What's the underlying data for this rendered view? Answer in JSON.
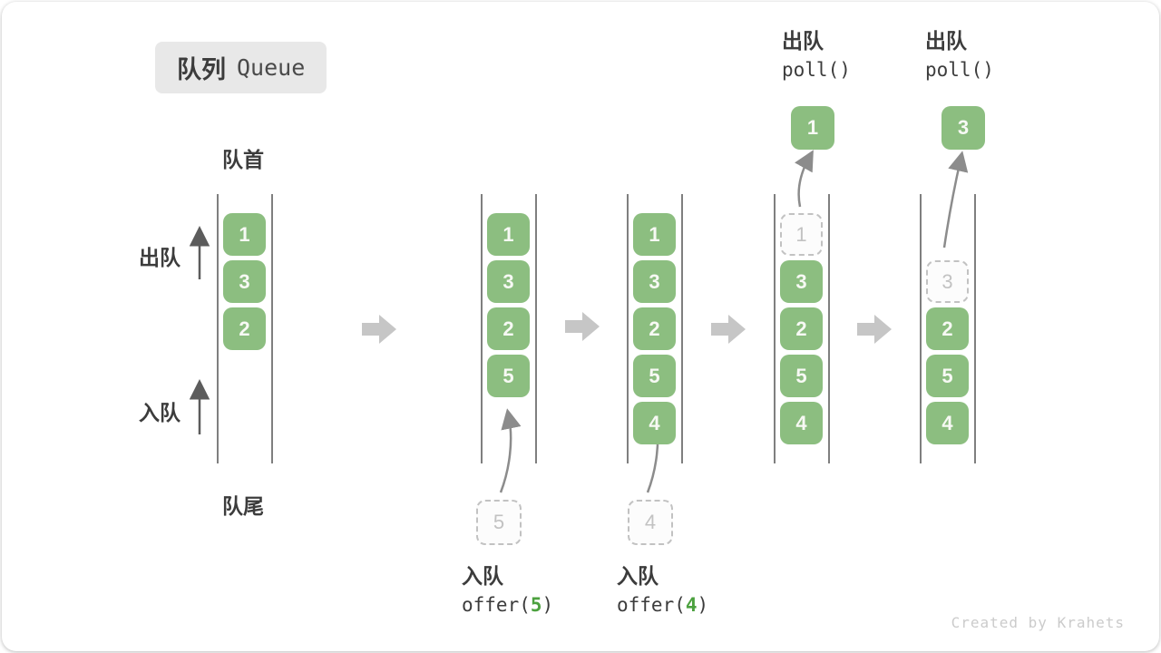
{
  "title": {
    "zh": "队列",
    "en": "Queue"
  },
  "side_labels": {
    "front": "队首",
    "rear": "队尾",
    "dequeue": "出队",
    "enqueue": "入队"
  },
  "watermark": "Created by Krahets",
  "colors": {
    "box_green": "#8CBE80",
    "digit_green": "#4CA13F",
    "dashed_gray": "#C2C2C2",
    "block_arrow_gray": "#C6C6C6",
    "connector_gray": "#8C8C8C",
    "text_dark": "#3C3C3C"
  },
  "states": [
    {
      "slots": [
        {
          "row": 0,
          "value": "1",
          "type": "solid"
        },
        {
          "row": 1,
          "value": "3",
          "type": "solid"
        },
        {
          "row": 2,
          "value": "2",
          "type": "solid"
        }
      ]
    },
    {
      "slots": [
        {
          "row": 0,
          "value": "1",
          "type": "solid"
        },
        {
          "row": 1,
          "value": "3",
          "type": "solid"
        },
        {
          "row": 2,
          "value": "2",
          "type": "solid"
        },
        {
          "row": 3,
          "value": "5",
          "type": "solid"
        }
      ],
      "incoming": {
        "value": "5",
        "label": "入队",
        "caption_prefix": "offer(",
        "caption_digit": "5",
        "caption_suffix": ")"
      }
    },
    {
      "slots": [
        {
          "row": 0,
          "value": "1",
          "type": "solid"
        },
        {
          "row": 1,
          "value": "3",
          "type": "solid"
        },
        {
          "row": 2,
          "value": "2",
          "type": "solid"
        },
        {
          "row": 3,
          "value": "5",
          "type": "solid"
        },
        {
          "row": 4,
          "value": "4",
          "type": "solid"
        }
      ],
      "incoming": {
        "value": "4",
        "label": "入队",
        "caption_prefix": "offer(",
        "caption_digit": "4",
        "caption_suffix": ")"
      }
    },
    {
      "slots": [
        {
          "row": 0,
          "value": "1",
          "type": "dashed"
        },
        {
          "row": 1,
          "value": "3",
          "type": "solid"
        },
        {
          "row": 2,
          "value": "2",
          "type": "solid"
        },
        {
          "row": 3,
          "value": "5",
          "type": "solid"
        },
        {
          "row": 4,
          "value": "4",
          "type": "solid"
        }
      ],
      "outgoing": {
        "value": "1",
        "label": "出队",
        "method": "poll()"
      }
    },
    {
      "slots": [
        {
          "row": 1,
          "value": "3",
          "type": "dashed"
        },
        {
          "row": 2,
          "value": "2",
          "type": "solid"
        },
        {
          "row": 3,
          "value": "5",
          "type": "solid"
        },
        {
          "row": 4,
          "value": "4",
          "type": "solid"
        }
      ],
      "outgoing": {
        "value": "3",
        "label": "出队",
        "method": "poll()"
      }
    }
  ]
}
